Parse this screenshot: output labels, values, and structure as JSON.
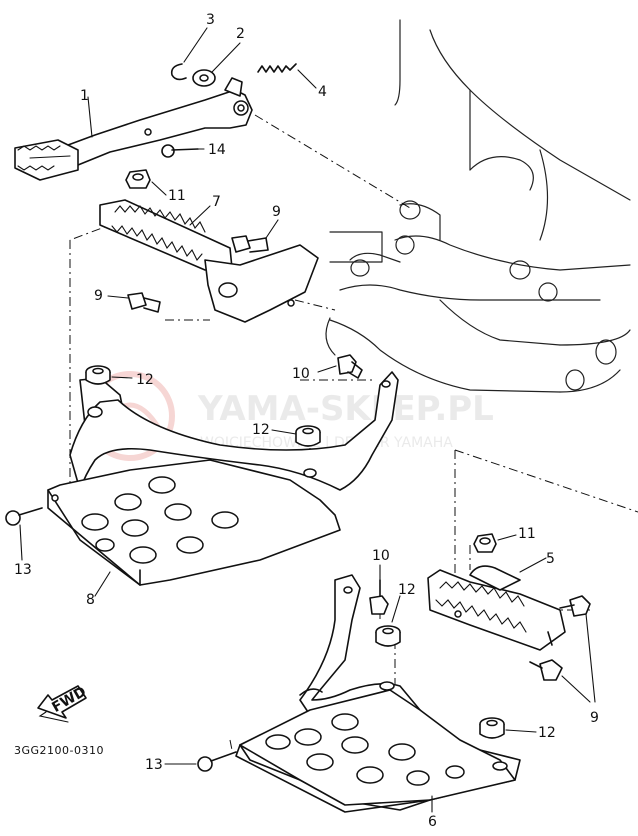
{
  "diagram": {
    "callouts": [
      "1",
      "2",
      "3",
      "4",
      "14",
      "11",
      "7",
      "9",
      "9",
      "12",
      "10",
      "12",
      "13",
      "8",
      "11",
      "10",
      "12",
      "5",
      "9",
      "12",
      "13",
      "6"
    ],
    "fwd_label": "FWD",
    "drawing_code": "3GG2100-0310"
  },
  "watermark": {
    "title": "YAMA-SKLEP.PL",
    "subtitle": "WOJCIECHOWICZ | DEALER YAMAHA",
    "color": "#e8352e"
  }
}
